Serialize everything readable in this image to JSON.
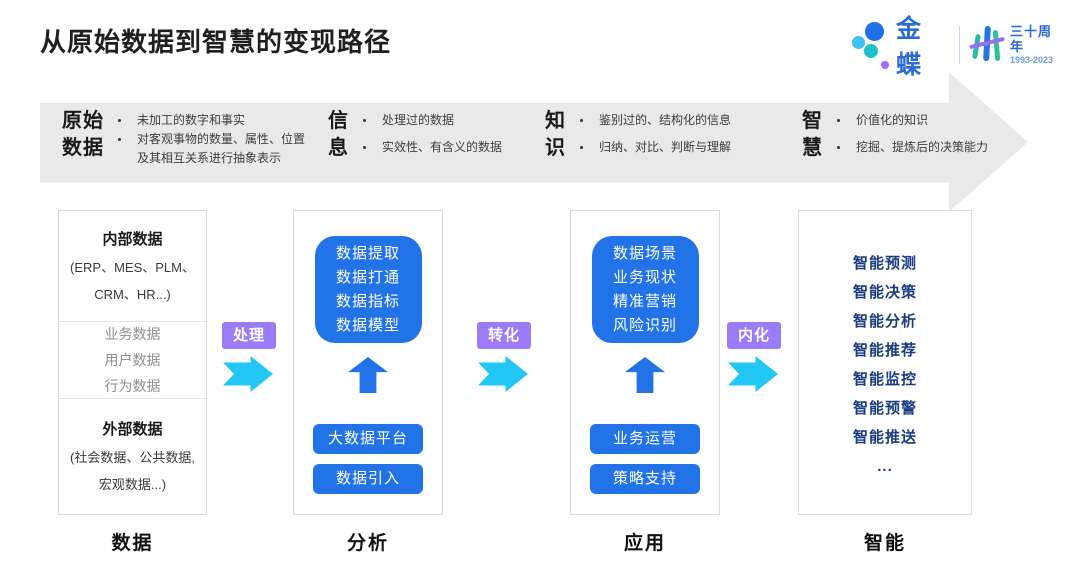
{
  "title": "从原始数据到智慧的变现路径",
  "logo": {
    "brand": "金蝶",
    "anniversary": "三十周年",
    "years": "1993-2023"
  },
  "banner": {
    "stages": [
      {
        "title": "原始\n数据",
        "bullets": [
          "未加工的数字和事实",
          "对客观事物的数量、属性、位置及其相互关系进行抽象表示"
        ]
      },
      {
        "title": "信\n息",
        "bullets": [
          "处理过的数据",
          "实效性、有含义的数据"
        ]
      },
      {
        "title": "知\n识",
        "bullets": [
          "鉴别过的、结构化的信息",
          "归纳、对比、判断与理解"
        ]
      },
      {
        "title": "智\n慧",
        "bullets": [
          "价值化的知识",
          "挖掘、提炼后的决策能力"
        ]
      }
    ]
  },
  "columns": {
    "data": {
      "label": "数据",
      "internal_title": "内部数据",
      "internal_sub": "(ERP、MES、PLM、CRM、HR...)",
      "middle_items": [
        "业务数据",
        "用户数据",
        "行为数据"
      ],
      "external_title": "外部数据",
      "external_sub": "(社会数据、公共数据, 宏观数据...)"
    },
    "analysis": {
      "label": "分析",
      "card_text": "数据提取\n数据打通\n数据指标\n数据模型",
      "buttons": [
        "大数据平台",
        "数据引入"
      ]
    },
    "application": {
      "label": "应用",
      "card_text": "数据场景\n业务现状\n精准营销\n风险识别",
      "buttons": [
        "业务运营",
        "策略支持"
      ]
    },
    "intelligence": {
      "label": "智能",
      "items": [
        "智能预测",
        "智能决策",
        "智能分析",
        "智能推荐",
        "智能监控",
        "智能预警",
        "智能推送",
        "..."
      ]
    }
  },
  "connectors": [
    {
      "label": "处理"
    },
    {
      "label": "转化"
    },
    {
      "label": "内化"
    }
  ],
  "colors": {
    "accent_blue": "#2273e8",
    "accent_cyan": "#22c7f6",
    "accent_purple": "#9b7bf8",
    "navy_text": "#1b3c80",
    "banner_gray": "#e9e9e9"
  }
}
